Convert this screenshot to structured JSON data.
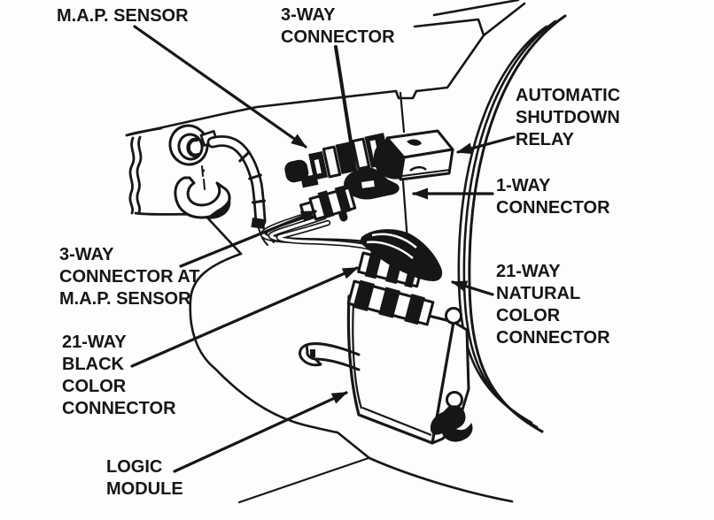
{
  "diagram": {
    "title": "Engine compartment wiring diagram - M.A.P. sensor and logic module",
    "paper_color": "#fdfdfd",
    "ink_color": "#161616",
    "labels": [
      {
        "id": "map-sensor",
        "text": "M.A.P. SENSOR"
      },
      {
        "id": "three-way-connector",
        "text": "3-WAY\nCONNECTOR"
      },
      {
        "id": "automatic-shutdown-relay",
        "text": "AUTOMATIC\nSHUTDOWN\nRELAY"
      },
      {
        "id": "one-way-connector",
        "text": "1-WAY\nCONNECTOR"
      },
      {
        "id": "twenty-one-way-natural-color-connector",
        "text": "21-WAY\nNATURAL\nCOLOR\nCONNECTOR"
      },
      {
        "id": "three-way-connector-at-map-sensor",
        "text": "3-WAY\nCONNECTOR AT\nM.A.P. SENSOR"
      },
      {
        "id": "twenty-one-way-black-color-connector",
        "text": "21-WAY\nBLACK\nCOLOR\nCONNECTOR"
      },
      {
        "id": "logic-module",
        "text": "LOGIC\nMODULE"
      }
    ]
  }
}
